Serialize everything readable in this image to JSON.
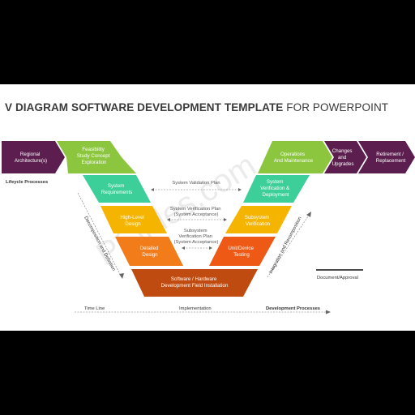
{
  "title": {
    "bold": "V DIAGRAM SOFTWARE DEVELOPMENT TEMPLATE",
    "normal": " FOR POWERPOINT"
  },
  "arrows": {
    "regional": [
      "Regional",
      "Architecture(s)"
    ],
    "feasibility": [
      "Feasibility",
      "Study Concept",
      "Exploration"
    ],
    "operations": [
      "Operations",
      "And Maintenance"
    ],
    "changes": [
      "Changes",
      "and",
      "Upgrades"
    ],
    "retirement": [
      "Retirement /",
      "Replacement"
    ]
  },
  "left_steps": [
    [
      "System",
      "Requirements"
    ],
    [
      "High-Level",
      "Design"
    ],
    [
      "Detailed",
      "Design"
    ]
  ],
  "right_steps": [
    [
      "System",
      "Verification &",
      "Deployment"
    ],
    [
      "Subsystem",
      "Verification"
    ],
    [
      "Unit/Device",
      "Testing"
    ]
  ],
  "bottom_step": [
    "Software / Hardware",
    "Development Field Installation"
  ],
  "center_plans": {
    "validation": [
      "System Validation Plan"
    ],
    "system_verification": [
      "System Verification Plan",
      "(System Acceptance)"
    ],
    "subsystem_verification": [
      "Subsystem",
      "Verification Plan",
      "(System Acceptance)"
    ]
  },
  "side_labels": {
    "lifecycle": "Lifeycle Processes",
    "decomposition": "Decomposition and Definition",
    "integration": "Integration and Recomposition",
    "document": "Document/Approval",
    "timeline": "Time Line",
    "implementation": "Implementation",
    "development": "Development Processes"
  },
  "watermark": "PSlides.com",
  "colors": {
    "purple": "#5b1e4e",
    "green": "#8cc63f",
    "teal": "#3dcf99",
    "yellow": "#f4b400",
    "orange": "#f27b1a",
    "red_orange": "#ee5a16",
    "brown": "#c04b10"
  }
}
